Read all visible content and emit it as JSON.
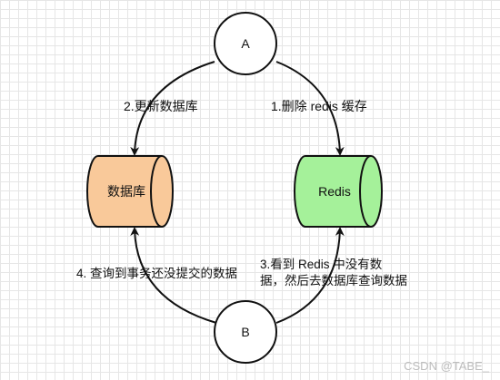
{
  "nodes": {
    "a": {
      "label": "A"
    },
    "b": {
      "label": "B"
    },
    "database": {
      "label": "数据库",
      "fill": "#f9c99a"
    },
    "redis": {
      "label": "Redis",
      "fill": "#a5f19a"
    }
  },
  "edges": {
    "a_to_database": {
      "label": "2.更新数据库"
    },
    "a_to_redis": {
      "label": "1.删除 redis 缓存"
    },
    "b_to_database": {
      "label": "4. 查询到事务还没提交的数据"
    },
    "b_to_redis": {
      "label_line1": "3.看到 Redis 中没有数",
      "label_line2": "据，然后去数据库查询数据"
    }
  },
  "watermark": "CSDN @TABE_"
}
